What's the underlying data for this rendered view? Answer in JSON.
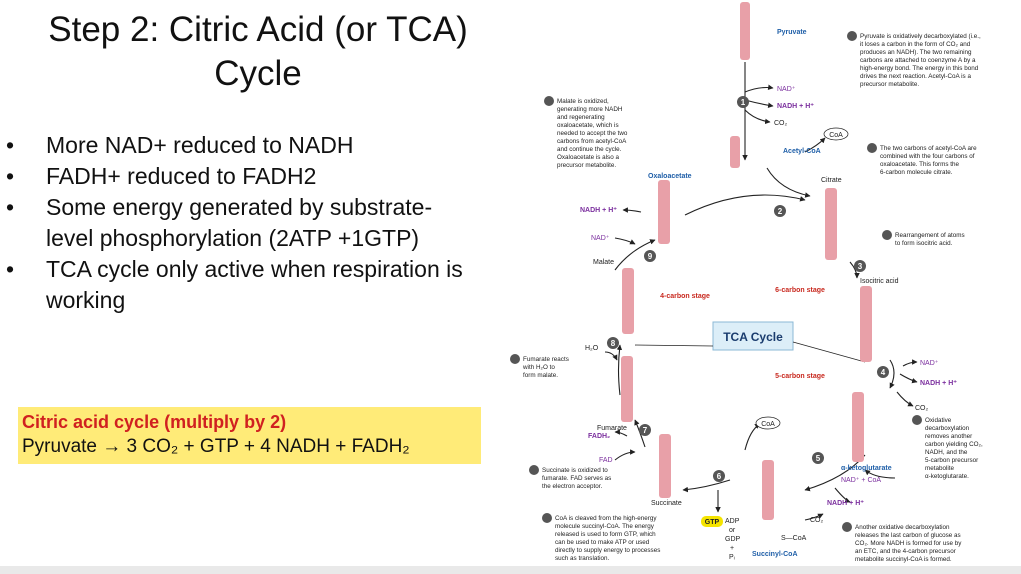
{
  "slide": {
    "title_line1": "Step 2: Citric Acid (or TCA)",
    "title_line2": "Cycle",
    "bullets": [
      "More NAD+ reduced to NADH",
      "FADH+ reduced to FADH2",
      "Some energy generated by substrate-",
      "level phosphorylation (2ATP +1GTP)",
      "TCA cycle only active when respiration is",
      "working"
    ],
    "bullet_char": "•",
    "summary_title": "Citric acid cycle (multiply by 2)",
    "summary_equation": "Pyruvate → 3 CO₂ + GTP + 4 NADH + FADH₂"
  },
  "diagram": {
    "center_label": "TCA Cycle",
    "region_labels": [
      "4-carbon stage",
      "6-carbon stage",
      "5-carbon stage"
    ],
    "molecules": {
      "pyruvate": "Pyruvate",
      "acetyl_coa": "Acetyl-CoA",
      "oxaloacetate": "Oxaloacetate",
      "citrate": "Citrate",
      "isocitric_acid": "Isocitric acid",
      "alpha_ketoglutarate": "α-ketoglutarate",
      "succinyl_coa": "Succinyl-CoA",
      "succinate": "Succinate",
      "fumarate": "Fumarate",
      "malate": "Malate"
    },
    "cofactors": {
      "nad_plus": "NAD⁺",
      "nadh_h": "NADH + H⁺",
      "co2": "CO₂",
      "coa": "CoA",
      "nad_coa": "NAD⁺ + CoA",
      "gtp": "GTP",
      "adp": "ADP",
      "or": "or",
      "gdp": "GDP",
      "plus": "+",
      "pi": "Pᵢ",
      "h2o": "H₂O",
      "fadh2": "FADH₂",
      "fad": "FAD",
      "s_coa": "S—CoA"
    },
    "step_texts": {
      "s1": [
        "Pyruvate is oxidatively decarboxylated (i.e.,",
        "it loses a carbon in the form of CO₂ and",
        "produces an NADH). The two remaining",
        "carbons are attached to coenzyme A by a",
        "high-energy bond. The energy in this bond",
        "drives the next reaction. Acetyl-CoA is a",
        "precursor metabolite."
      ],
      "s2": [
        "The two carbons of acetyl-CoA are",
        "combined with the four carbons of",
        "oxaloacetate. This forms the",
        "6-carbon molecule citrate."
      ],
      "s3": [
        "Rearrangement of atoms",
        "to form isocitric acid."
      ],
      "s4": [
        "Oxidative",
        "decarboxylation",
        "removes another",
        "carbon yielding CO₂,",
        "NADH, and the",
        "5-carbon precursor",
        "metabolite",
        "α-ketoglutarate."
      ],
      "s5": [
        "Another oxidative decarboxylation",
        "releases the last carbon of glucose as",
        "CO₂. More NADH is formed for use by",
        "an ETC, and the 4-carbon precursor",
        "metabolite succinyl-CoA is formed."
      ],
      "s6": [
        "CoA is cleaved from the high-energy",
        "molecule succinyl-CoA. The energy",
        "released is used to form GTP, which",
        "can be used to make ATP or used",
        "directly to supply energy to processes",
        "such as translation."
      ],
      "s7": [
        "Succinate is oxidized to",
        "fumarate. FAD serves as",
        "the electron acceptor."
      ],
      "s8": [
        "Fumarate reacts",
        "with H₂O to",
        "form malate."
      ],
      "s9": [
        "Malate is oxidized,",
        "generating more NADH",
        "and regenerating",
        "oxaloacetate, which is",
        "needed to accept the two",
        "carbons from acetyl-CoA",
        "and continue the cycle.",
        "Oxaloacetate is also a",
        "precursor metabolite."
      ]
    },
    "colors": {
      "accent_blue": "#1f5fa8",
      "purple": "#7b2f9e",
      "red": "#c8281e",
      "carbon_pink": "#e8a0a8",
      "gtp_yellow": "#f5e400",
      "highlight_yellow": "#ffeb78"
    }
  }
}
